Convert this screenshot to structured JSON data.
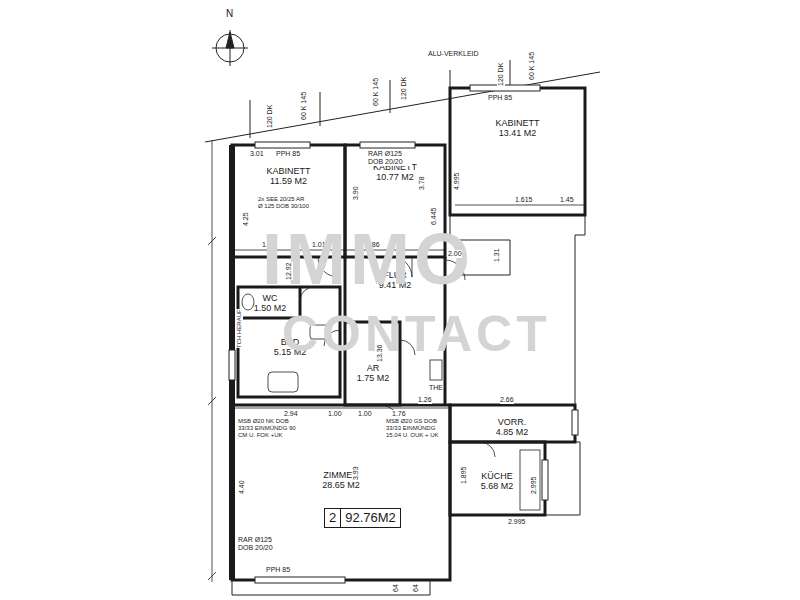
{
  "diagram": {
    "nodes": [
      {
        "text": [
          "KABINETT",
          "13.41 M2"
        ]
      },
      {
        "text": [
          "KABINETT",
          "11.59 M2"
        ]
      },
      {
        "text": [
          "KABINETT",
          "10.77 M2"
        ]
      },
      {
        "text": [
          "FLUR",
          "9.41 M2"
        ]
      },
      {
        "text": [
          "WC",
          "1.50 M2"
        ]
      },
      {
        "text": [
          "BAD",
          "5.15 M2"
        ]
      },
      {
        "text": [
          "AR",
          "1.75 M2"
        ]
      },
      {
        "text": [
          "VORR.",
          "4.85 M2"
        ]
      },
      {
        "text": [
          "KÜCHE",
          "5.68 M2"
        ]
      },
      {
        "text": [
          "ZIMMER",
          "28.65 M2"
        ]
      },
      {
        "text": [
          "2",
          "92.76M2"
        ],
        "in": 9
      }
    ],
    "labels": [
      "N",
      "ALU-VERKLEID",
      "120 DK",
      "60 K 145",
      "60 K 145",
      "120 DK",
      "120 DK",
      "60 K 145",
      "PPH 85",
      "PPH 85",
      "PPH 85",
      "3.01",
      "RAR Ø125 DOB 20/20",
      "2x SEE 20/25 AR Ø 125 DOB 30/100",
      "4.25",
      "3.90",
      "3.78",
      "6.445",
      "4.995",
      "1.615",
      "1.45",
      "1.50",
      "1.01",
      "1.86",
      "1.31",
      "2.94",
      "1.00",
      "1.00",
      "1.76",
      "2.66",
      "MSB Ø20 NK DOB 33/33 EINMÜNDG 90 CM U. FOK +UK",
      "MSB Ø20 GS DOB 33/33 EINMÜNDG 15.04 U. OUK + UK",
      "3.93",
      "4.40",
      "1.895",
      "2.995",
      "2.995",
      "RAR Ø125 DOB 20/20",
      "13.36",
      "1.26",
      "THE",
      "TCH HERAUF",
      "IMMO",
      "CONTACT",
      "64",
      "64",
      "12.92",
      "2.00"
    ]
  }
}
